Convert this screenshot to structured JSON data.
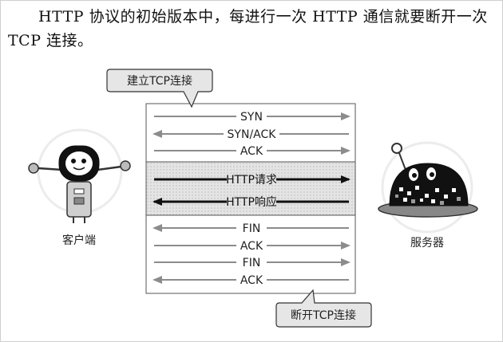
{
  "intro_text": "HTTP 协议的初始版本中，每进行一次 HTTP 通信就要断开一次 TCP 连接。",
  "callout_open": "建立TCP连接",
  "callout_close": "断开TCP连接",
  "client_label": "客户端",
  "server_label": "服务器",
  "handshake": [
    {
      "label": "SYN",
      "direction": "right"
    },
    {
      "label": "SYN/ACK",
      "direction": "left"
    },
    {
      "label": "ACK",
      "direction": "right"
    }
  ],
  "http_exchange": [
    {
      "label": "HTTP请求",
      "direction": "right"
    },
    {
      "label": "HTTP响应",
      "direction": "left"
    }
  ],
  "teardown": [
    {
      "label": "FIN",
      "direction": "left"
    },
    {
      "label": "ACK",
      "direction": "right"
    },
    {
      "label": "FIN",
      "direction": "right"
    },
    {
      "label": "ACK",
      "direction": "left"
    }
  ],
  "colors": {
    "http_band": "#dcdcdc",
    "arrow_gray": "#8c8c8c",
    "arrow_dark": "#111111",
    "callout_fill": "#e6e6e6"
  }
}
